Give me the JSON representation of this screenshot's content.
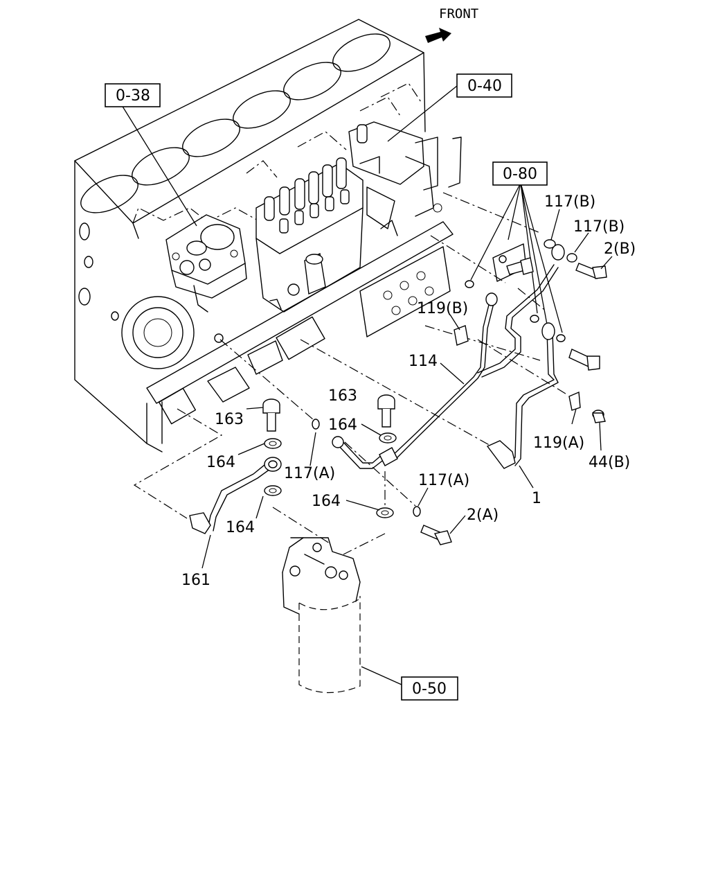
{
  "header": {
    "front_label": "FRONT"
  },
  "references": {
    "ref_0_38": "0-38",
    "ref_0_40": "0-40",
    "ref_0_80": "0-80",
    "ref_0_50": "0-50"
  },
  "callouts": {
    "c_117b_1": "117(B)",
    "c_117b_2": "117(B)",
    "c_2b": "2(B)",
    "c_119b": "119(B)",
    "c_114": "114",
    "c_163_1": "163",
    "c_164_1": "164",
    "c_163_2": "163",
    "c_164_2": "164",
    "c_117a_1": "117(A)",
    "c_117a_2": "117(A)",
    "c_119a": "119(A)",
    "c_44b": "44(B)",
    "c_1": "1",
    "c_164_3": "164",
    "c_2a": "2(A)",
    "c_164_4": "164",
    "c_161": "161"
  },
  "icons": {
    "front_arrow": "arrow-right-icon"
  }
}
